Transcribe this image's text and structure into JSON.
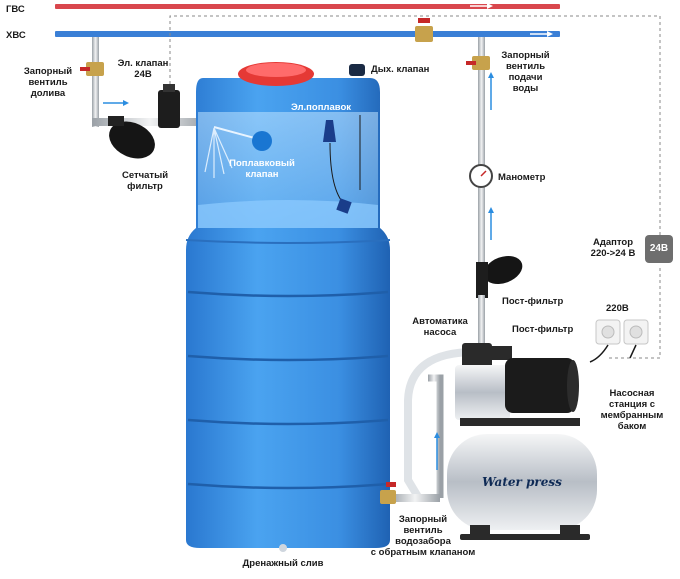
{
  "labels": {
    "gvs": "ГВС",
    "hvs": "ХВС",
    "inlet_valve": "Запорный\nвентиль\nдолива",
    "solenoid_valve": "Эл. клапан\n24В",
    "breather_valve": "Дых. клапан",
    "supply_valve": "Запорный\nвентиль\nподачи\nводы",
    "mesh_filter": "Сетчатый\nфильтр",
    "electric_float": "Эл.поплавок",
    "float_valve": "Поплавковый\nклапан",
    "pressure_gauge": "Манометр",
    "adapter": "Адаптор\n220->24 В",
    "adapter_badge": "24В",
    "post_filter_1": "Пост-фильтр",
    "pump_automation": "Автоматика\nнасоса",
    "post_filter_2": "Пост-фильтр",
    "voltage_220": "220В",
    "pump_station": "Насосная\nстанция с\nмембранным\nбаком",
    "intake_valve": "Запорный\nвентиль\nводозабора\nс обратным клапаном",
    "drain": "Дренажный слив",
    "pump_brand": "Water press"
  },
  "colors": {
    "hot_pipe": "#d9474d",
    "cold_pipe": "#3a7fd6",
    "tank": "#3d8fe0",
    "tank_dark": "#2566b8",
    "lid": "#e53935",
    "steel": "#c9ced4",
    "valve_handle": "#c62828",
    "flow_arrow": "#2b8de0"
  }
}
